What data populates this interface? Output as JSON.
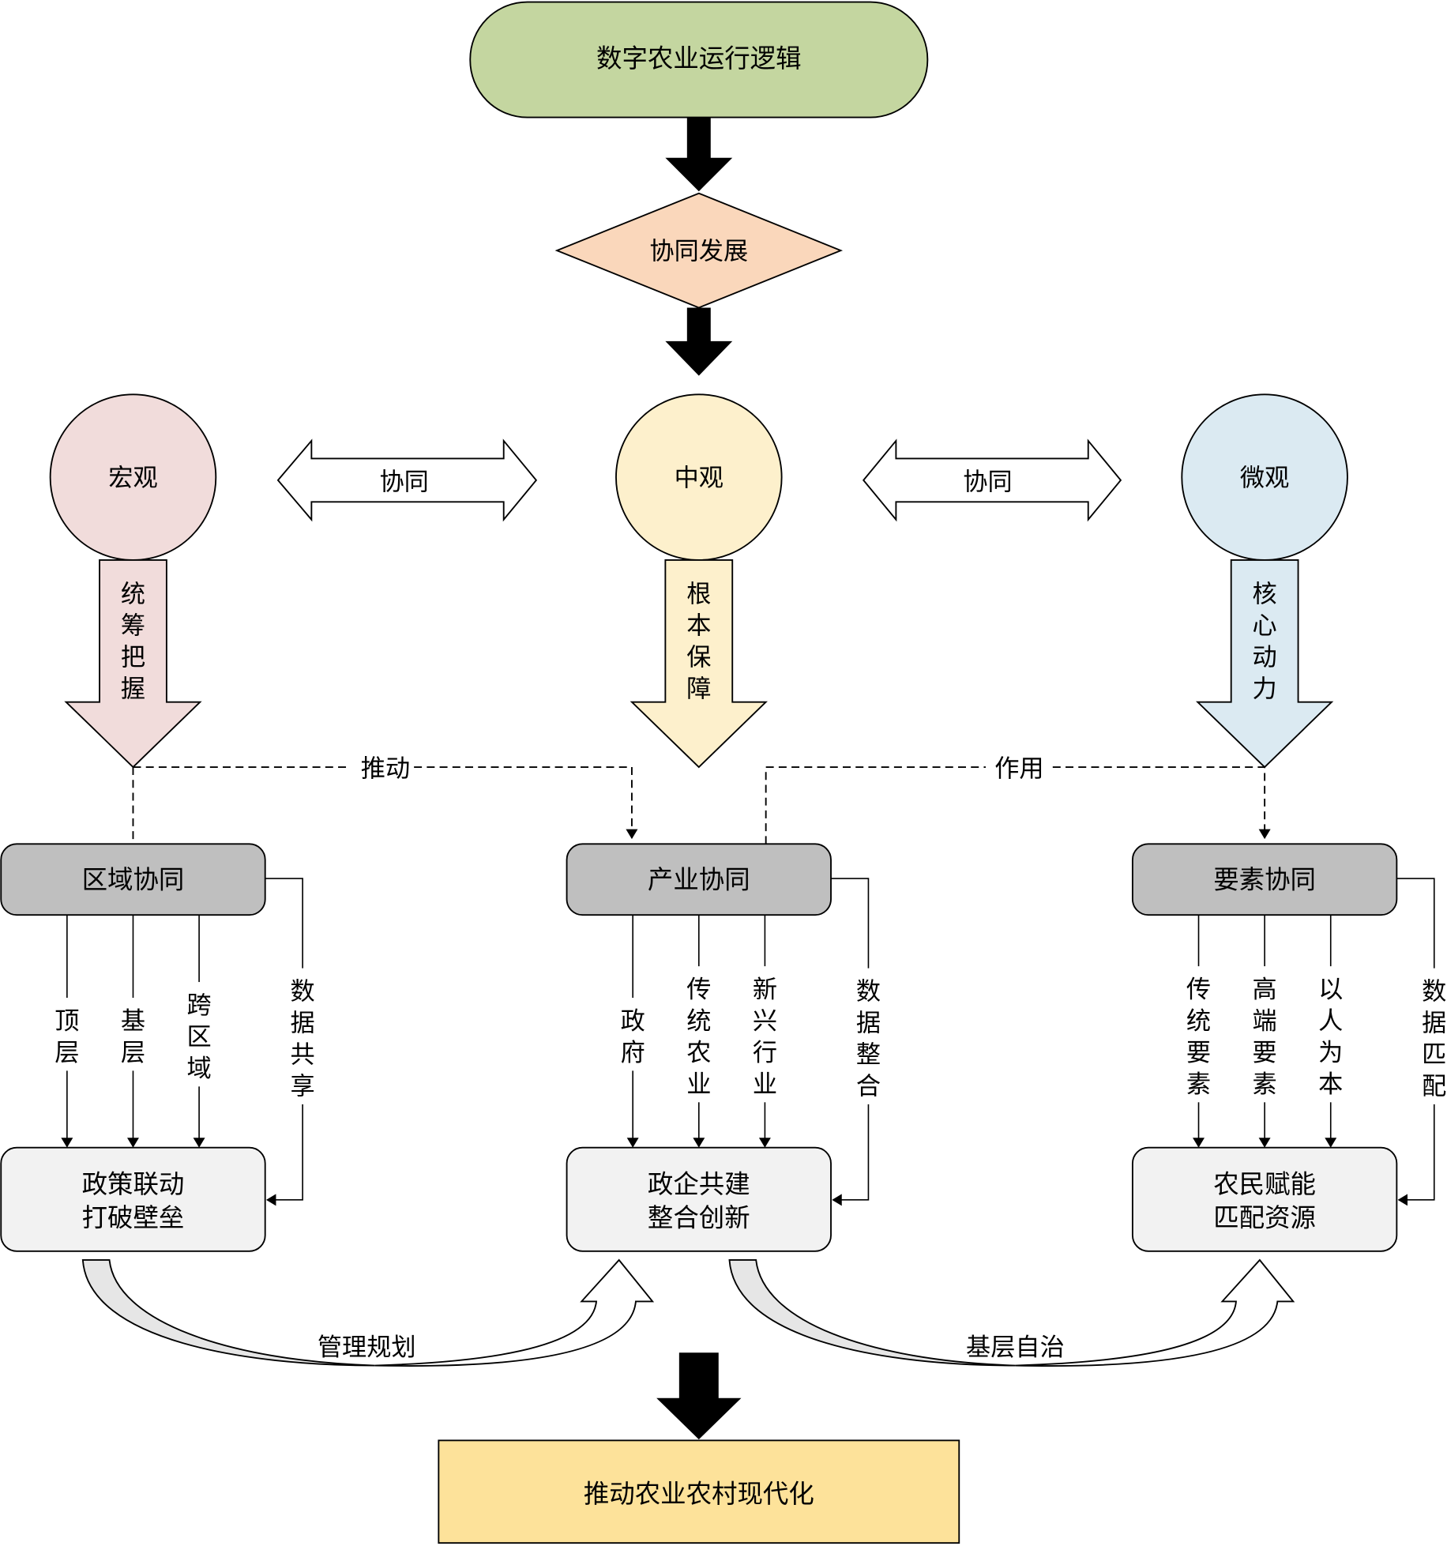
{
  "title_node": {
    "label": "数字农业运行逻辑",
    "color": "#c4d6a0"
  },
  "decision_node": {
    "label": "协同发展",
    "color": "#fad7bb"
  },
  "levels": [
    {
      "label": "宏观",
      "color": "#f1dcdb",
      "arrow_label": "统筹把握"
    },
    {
      "label": "中观",
      "color": "#fdf0cc",
      "arrow_label": "根本保障"
    },
    {
      "label": "微观",
      "color": "#dbeaf2",
      "arrow_label": "核心动力"
    }
  ],
  "level_links": [
    {
      "label": "协同"
    },
    {
      "label": "协同"
    }
  ],
  "dashed_links": [
    {
      "label": "推动"
    },
    {
      "label": "作用"
    }
  ],
  "synergy_boxes": [
    {
      "label": "区域协同",
      "inputs": [
        "顶层",
        "基层",
        "跨区域"
      ],
      "side_input": "数据共享",
      "outcome": [
        "政策联动",
        "打破壁垒"
      ]
    },
    {
      "label": "产业协同",
      "inputs": [
        "政府",
        "传统农业",
        "新兴行业"
      ],
      "side_input": "数据整合",
      "outcome": [
        "政企共建",
        "整合创新"
      ]
    },
    {
      "label": "要素协同",
      "inputs": [
        "传统要素",
        "高端要素",
        "以人为本"
      ],
      "side_input": "数据匹配",
      "outcome": [
        "农民赋能",
        "匹配资源"
      ]
    }
  ],
  "curved_links": [
    {
      "label": "管理规划"
    },
    {
      "label": "基层自治"
    }
  ],
  "final_node": {
    "label": "推动农业农村现代化",
    "color": "#fde29a"
  },
  "colors": {
    "synergy_box": "#bfbfbf",
    "outcome_box": "#f2f2f2",
    "curve_fill": "#e6e6e6"
  }
}
